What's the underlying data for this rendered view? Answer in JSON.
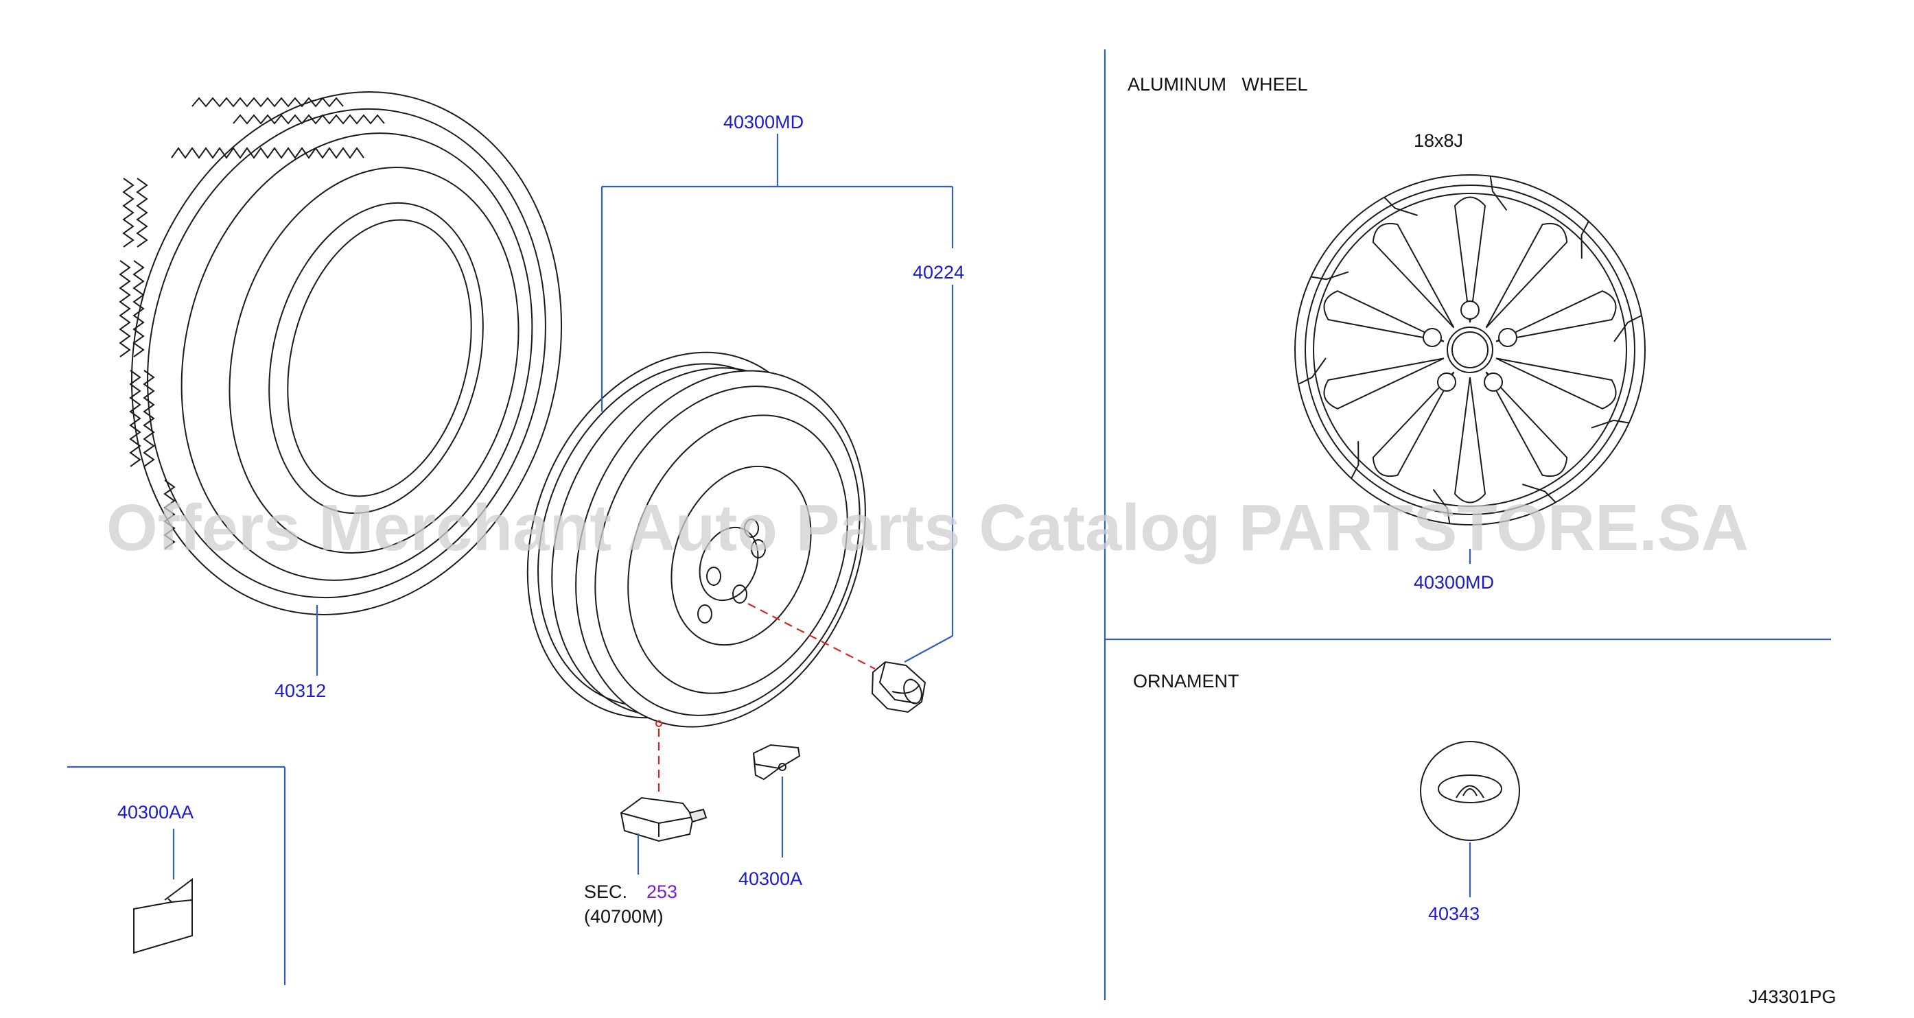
{
  "parts": {
    "tire": "40312",
    "wheel_assembly": "40300MD",
    "wheel_nut": "40224",
    "balance_weight_clip": "40300AA",
    "valve_weight": "40300A",
    "tpms_sec_prefix": "SEC.",
    "tpms_sec_number": "253",
    "tpms_part": "(40700M)"
  },
  "aluminum_wheel": {
    "title": "ALUMINUM   WHEEL",
    "size": "18x8J",
    "part": "40300MD"
  },
  "ornament": {
    "title": "ORNAMENT",
    "part": "40343"
  },
  "diagram_code": "J43301PG",
  "watermark": "Offers Merchant Auto Parts Catalog PARTSTORE.SA",
  "colors": {
    "label": "#1a1ad6",
    "leader": "#2f5fc4",
    "dashed": "#e02020",
    "section_link": "#7a1fd6"
  }
}
